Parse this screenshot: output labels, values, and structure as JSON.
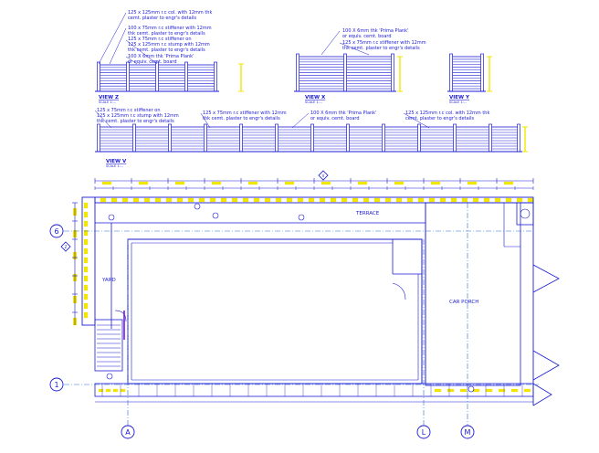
{
  "colors": {
    "background": "#ffffff",
    "line": "#1a1ad6",
    "dim": "#f2e600",
    "grid": "#2a6ad8",
    "accent": "#e0b000"
  },
  "views": {
    "z": {
      "title": "VIEW Z",
      "sub": "SCALE 1:..."
    },
    "x": {
      "title": "VIEW X",
      "sub": "SCALE 1:..."
    },
    "y": {
      "title": "VIEW Y",
      "sub": "SCALE 1:..."
    },
    "v": {
      "title": "VIEW V",
      "sub": "SCALE 1:..."
    }
  },
  "notes": {
    "z1": "125 x 125mm r.c col. with 12mm thk",
    "z2": "cemt. plaster to engr's details",
    "z3": "100 x 75mm r.c stiffener with 12mm",
    "z4": "thk cemt. plaster to engr's details",
    "z5": "125 x 75mm r.c stiffener on",
    "z6": "125 x 125mm r.c stump with 12mm",
    "z7": "thk cemt. plaster to engr's details",
    "z8": "100 X 6mm thk 'Prima Plank'",
    "z9": "or equiv. cemt. board",
    "x1": "100 X 6mm thk 'Prima Plank'",
    "x2": "or equiv. cemt. board",
    "x3": "125 x 75mm r.c stiffener with 12mm",
    "x4": "thk cemt. plaster to engr's details",
    "v1": "125 x 75mm r.c stiffener on",
    "v2": "125 x 125mm r.c stump with 12mm",
    "v3": "thk cemt. plaster to engr's details",
    "v4": "125 x 75mm r.c stiffener with 12mm",
    "v5": "thk cemt. plaster to engr's details",
    "v6": "100 X 6mm thk 'Prima Plank'",
    "v7": "or equiv. cemt. board",
    "v8": "125 x 125mm r.c col. with 12mm thk",
    "v9": "cemt. plaster to engr's details"
  },
  "plan": {
    "terrace": "TERRACE",
    "yard": "YARD",
    "car_porch": "CAR PORCH"
  },
  "grid_labels": {
    "six": "6",
    "one": "1",
    "a": "A",
    "l": "L",
    "m": "M"
  },
  "view_markers": {
    "top": "V",
    "left": "Z"
  }
}
